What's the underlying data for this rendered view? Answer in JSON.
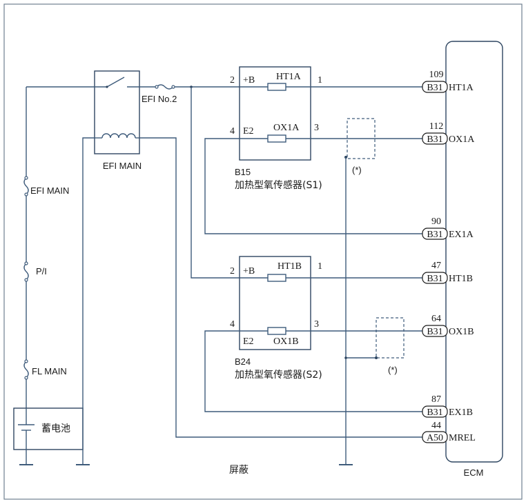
{
  "relay": {
    "label": "EFI MAIN",
    "fuse_label": "EFI No.2"
  },
  "fuses": {
    "efi_main": "EFI MAIN",
    "pi": "P/I",
    "fl_main": "FL MAIN"
  },
  "battery": {
    "label": "蓄电池"
  },
  "shield": {
    "label": "屏蔽"
  },
  "sensor1": {
    "code": "B15",
    "name": "加热型氧传感器(S1)",
    "pin_b": "+B",
    "pin_e2": "E2",
    "signal_ht": "HT1A",
    "signal_ox": "OX1A",
    "pins": {
      "p1": "1",
      "p2": "2",
      "p3": "3",
      "p4": "4"
    }
  },
  "sensor2": {
    "code": "B24",
    "name": "加热型氧传感器(S2)",
    "pin_b": "+B",
    "pin_e2": "E2",
    "signal_ht": "HT1B",
    "signal_ox": "OX1B",
    "pins": {
      "p1": "1",
      "p2": "2",
      "p3": "3",
      "p4": "4"
    }
  },
  "shield_marks": {
    "m1": "(*)",
    "m2": "(*)"
  },
  "ecm": {
    "label": "ECM",
    "terminals": [
      {
        "pin": "109",
        "connector": "B31",
        "signal": "HT1A"
      },
      {
        "pin": "112",
        "connector": "B31",
        "signal": "OX1A"
      },
      {
        "pin": "90",
        "connector": "B31",
        "signal": "EX1A"
      },
      {
        "pin": "47",
        "connector": "B31",
        "signal": "HT1B"
      },
      {
        "pin": "64",
        "connector": "B31",
        "signal": "OX1B"
      },
      {
        "pin": "87",
        "connector": "B31",
        "signal": "EX1B"
      },
      {
        "pin": "44",
        "connector": "A50",
        "signal": "MREL"
      }
    ]
  }
}
